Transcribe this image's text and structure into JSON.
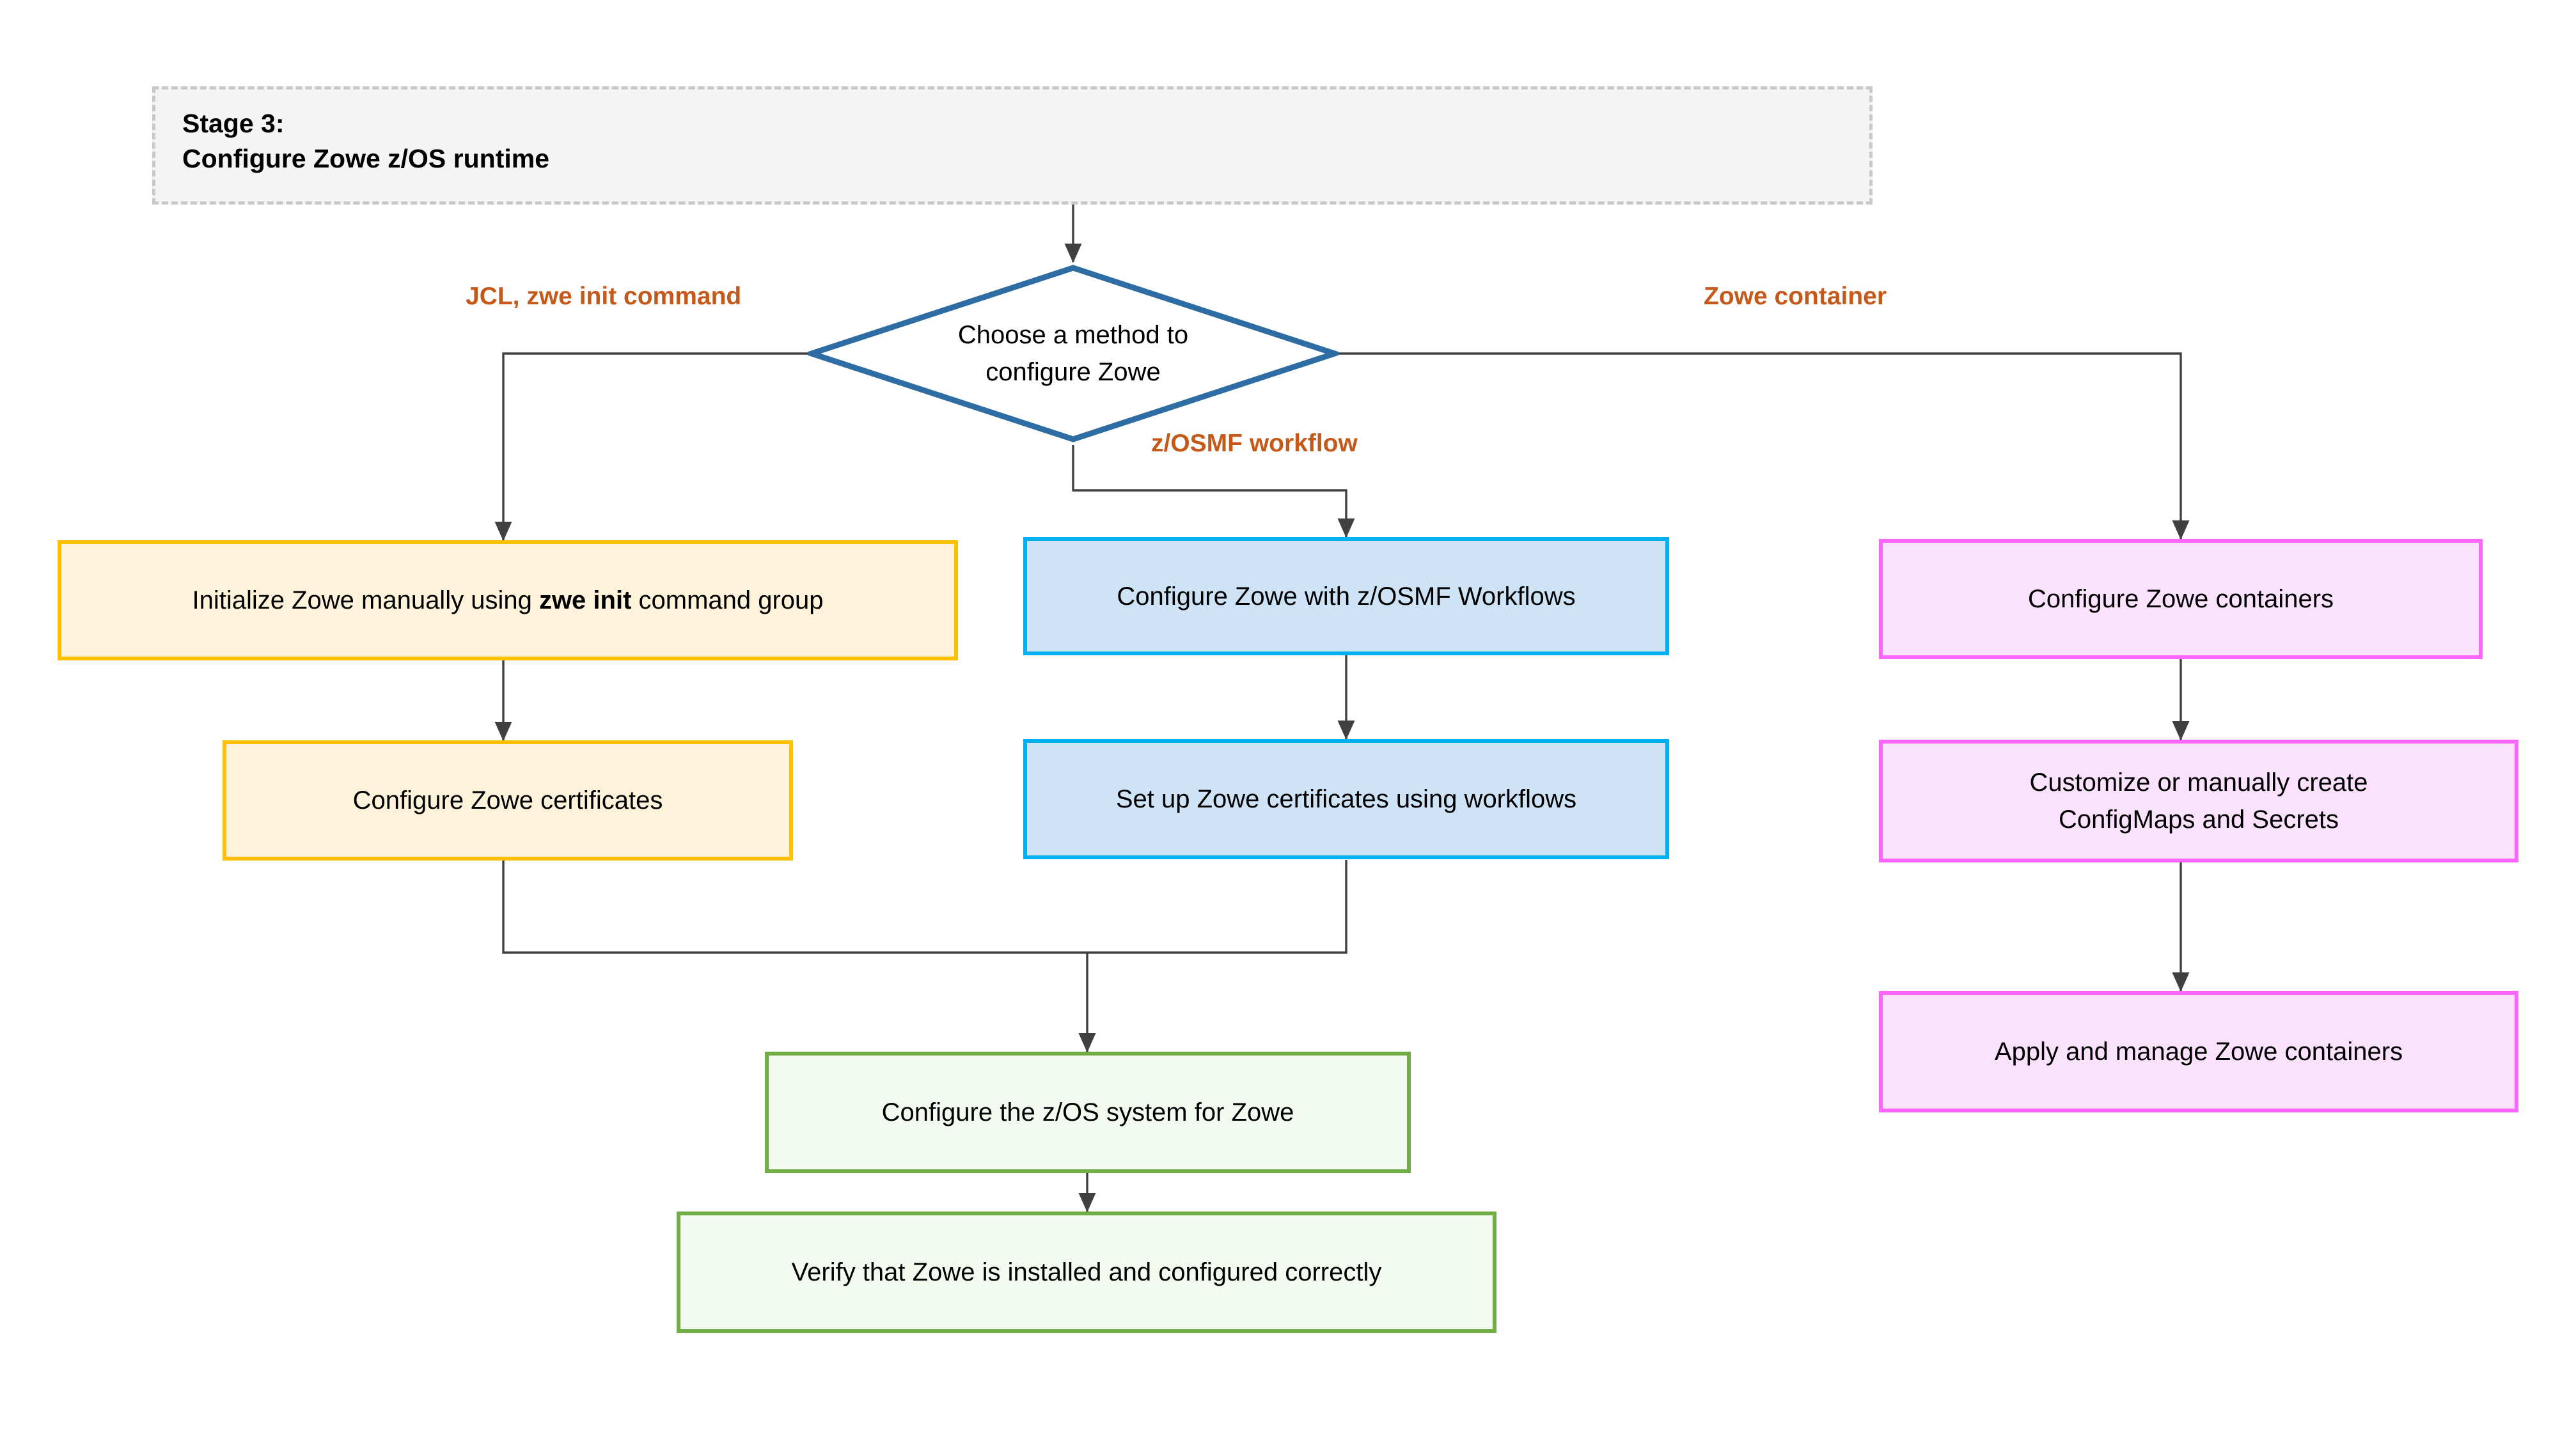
{
  "stage": {
    "title": "Stage 3:\nConfigure Zowe z/OS runtime"
  },
  "decision": {
    "label": "Choose a method to\nconfigure Zowe"
  },
  "edge_labels": {
    "left": "JCL, zwe init command",
    "middle": "z/OSMF workflow",
    "right": "Zowe container"
  },
  "nodes": {
    "init_manual_pre": "Initialize Zowe manually using ",
    "init_manual_bold": "zwe init",
    "init_manual_post": " command group",
    "configure_certificates": "Configure Zowe certificates",
    "configure_with_workflows": "Configure Zowe with z/OSMF Workflows",
    "certificates_workflows": "Set up Zowe certificates using workflows",
    "configure_containers": "Configure Zowe containers",
    "configmaps_secrets": "Customize or manually create\nConfigMaps and Secrets",
    "apply_manage_containers": "Apply and manage Zowe containers",
    "configure_zos_system": "Configure the z/OS system for Zowe",
    "verify_install": "Verify that Zowe is installed and configured correctly"
  },
  "colors": {
    "stage_fill": "#f4f4f4",
    "stage_border": "#c9c9c9",
    "diamond_border": "#2e6da4",
    "edge_label": "#c5591a",
    "connector": "#404040",
    "yellow_border": "#ffc000",
    "yellow_fill": "#fdf2da",
    "blue_border": "#00b0f0",
    "blue_fill": "#cfe3f7",
    "pink_border": "#ff66ff",
    "pink_fill": "#fbe2fc",
    "green_border": "#70ad47",
    "green_fill": "#f3fbf1"
  }
}
